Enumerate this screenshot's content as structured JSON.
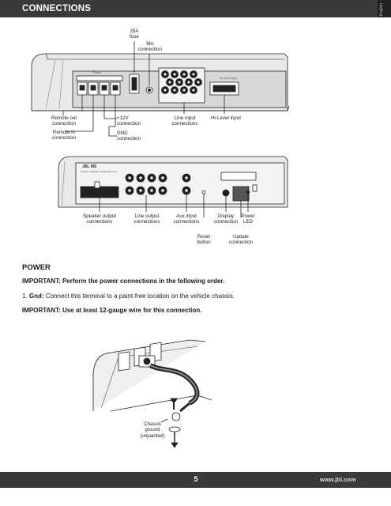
{
  "header": {
    "title": "CONNECTIONS",
    "language_tab": "English"
  },
  "diagram1": {
    "callouts": {
      "fuse": "25A\nfuse",
      "mic": "Mic\nconnection",
      "remote_out": "Remote out\nconnection",
      "remote_in": "Remote in\nconnection",
      "plus12v": "+12V\nconnection",
      "gnd": "GND\nconnection",
      "line_input": "Line input\nconnections",
      "hi_level": "Hi-Level input"
    },
    "panel_text": {
      "power": "Power",
      "hi_level_small": "Hi-Level Input"
    }
  },
  "diagram2": {
    "callouts": {
      "speaker_output": "Speaker output\nconnections",
      "line_output": "Line output\nconnections",
      "aux_input": "Aux input\nconnections",
      "display": "Display\nconnection",
      "power_led": "Power\nLED",
      "reset": "Reset\nbutton",
      "update": "Update\nconnection"
    },
    "panel_text": {
      "brand": "JBL MS",
      "model_line": "Speaker Integration Digital Processor"
    }
  },
  "content": {
    "heading": "POWER",
    "important1": "IMPORTANT: Perform the power connections in the following order.",
    "step1_number": "1.",
    "step1_label": "Gnd:",
    "step1_text": "Connect this terminal to a paint-free location on the vehicle chassis.",
    "important2": "IMPORTANT: Use at least 12-gauge wire for this connection."
  },
  "diagram3": {
    "callout_chassis": "Chassis\nground\n(unpainted)"
  },
  "footer": {
    "page_number": "5",
    "url": "www.jbl.com"
  }
}
